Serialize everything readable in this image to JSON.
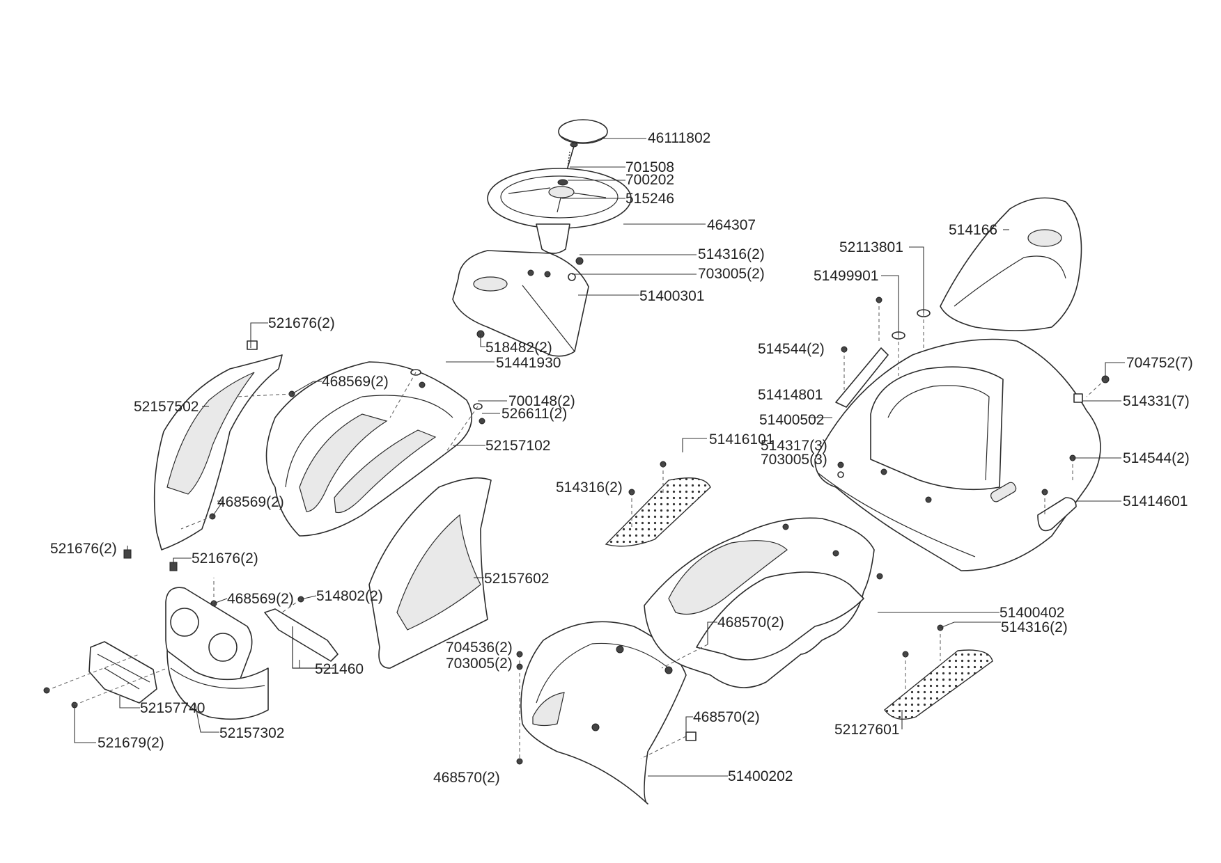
{
  "callouts": {
    "c46111802": "46111802",
    "c701508": "701508",
    "c700202": "700202",
    "c515246": "515246",
    "c464307": "464307",
    "c514316_2_top": "514316(2)",
    "c703005_2_top": "703005(2)",
    "c51400301": "51400301",
    "c518482_2": "518482(2)",
    "c51441930": "51441930",
    "c700148_2": "700148(2)",
    "c526611_2": "526611(2)",
    "c52157102": "52157102",
    "c521676_2_a": "521676(2)",
    "c468569_2_a": "468569(2)",
    "c52157502": "52157502",
    "c468569_2_b": "468569(2)",
    "c521676_2_b": "521676(2)",
    "c521676_2_c": "521676(2)",
    "c468569_2_c": "468569(2)",
    "c514802_2": "514802(2)",
    "c521460": "521460",
    "c52157602": "52157602",
    "c52157740": "52157740",
    "c52157302": "52157302",
    "c521679_2": "521679(2)",
    "c704536_2": "704536(2)",
    "c703005_2_mid": "703005(2)",
    "c468570_2_a": "468570(2)",
    "c468570_2_b": "468570(2)",
    "c468570_2_c": "468570(2)",
    "c51400202": "51400202",
    "c51416101": "51416101",
    "c514316_2_left": "514316(2)",
    "c51400402": "51400402",
    "c514316_2_right": "514316(2)",
    "c52127601": "52127601",
    "c514166": "514166",
    "c52113801": "52113801",
    "c51499901": "51499901",
    "c514544_2_a": "514544(2)",
    "c51414801": "51414801",
    "c51400502": "51400502",
    "c514317_3": "514317(3)",
    "c703005_3": "703005(3)",
    "c704752_7": "704752(7)",
    "c514331_7": "514331(7)",
    "c514544_2_b": "514544(2)",
    "c51414601": "51414601"
  }
}
